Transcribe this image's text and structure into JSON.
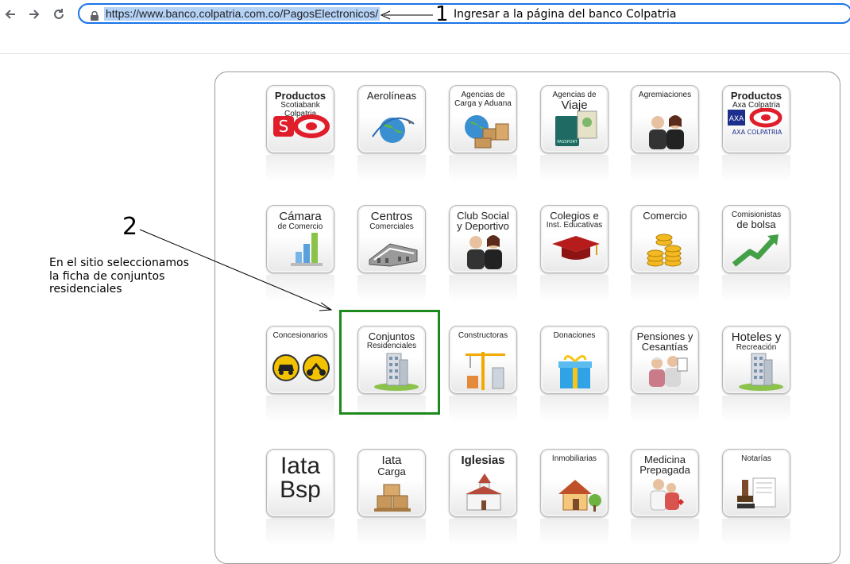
{
  "browser": {
    "url": "https://www.banco.colpatria.com.co/PagosElectronicos/",
    "back_icon": "arrow-left-icon",
    "forward_icon": "arrow-right-icon",
    "reload_icon": "reload-icon"
  },
  "annotations": {
    "step1_number": "1",
    "step1_text": "Ingresar a la página del banco Colpatria",
    "step2_number": "2",
    "step2_text_line1": "En el sitio seleccionamos",
    "step2_text_line2": "la ficha de conjuntos",
    "step2_text_line3": "residenciales"
  },
  "tiles": [
    {
      "lines": [
        "Productos",
        "Scotiabank",
        "Colpatria"
      ],
      "icon": "scotiabank-logo-icon"
    },
    {
      "lines": [
        "Aerolíneas"
      ],
      "icon": "globe-plane-icon"
    },
    {
      "lines": [
        "Agencias de",
        "Carga y Aduana"
      ],
      "icon": "globe-boxes-icon"
    },
    {
      "lines": [
        "Agencias de",
        "Viaje"
      ],
      "icon": "passport-icon"
    },
    {
      "lines": [
        "Agremiaciones"
      ],
      "icon": "people-icon"
    },
    {
      "lines": [
        "Productos",
        "Axa Colpatria"
      ],
      "icon": "axa-colpatria-logo-icon",
      "logo_caption": "AXA COLPATRIA"
    },
    {
      "lines": [
        "Cámara",
        "de Comercio"
      ],
      "icon": "bar-chart-icon"
    },
    {
      "lines": [
        "Centros",
        "Comerciales"
      ],
      "icon": "building-icon"
    },
    {
      "lines": [
        "Club Social",
        "y Deportivo"
      ],
      "icon": "people-icon"
    },
    {
      "lines": [
        "Colegios e",
        "Inst. Educativas"
      ],
      "icon": "graduation-cap-icon"
    },
    {
      "lines": [
        "Comercio"
      ],
      "icon": "coins-icon"
    },
    {
      "lines": [
        "Comisionistas",
        "de bolsa"
      ],
      "icon": "trend-arrow-icon"
    },
    {
      "lines": [
        "Concesionarios"
      ],
      "icon": "car-moto-icon"
    },
    {
      "lines": [
        "Conjuntos",
        "Residenciales"
      ],
      "icon": "apartment-building-icon"
    },
    {
      "lines": [
        "Constructoras"
      ],
      "icon": "crane-icon"
    },
    {
      "lines": [
        "Donaciones"
      ],
      "icon": "gift-icon"
    },
    {
      "lines": [
        "Pensiones y",
        "Cesantías"
      ],
      "icon": "elderly-people-icon"
    },
    {
      "lines": [
        "Hoteles y",
        "Recreación"
      ],
      "icon": "hotel-building-icon"
    },
    {
      "lines": [
        "Iata",
        "Bsp"
      ],
      "icon": "none"
    },
    {
      "lines": [
        "Iata",
        "Carga"
      ],
      "icon": "cargo-boxes-icon"
    },
    {
      "lines": [
        "Iglesias"
      ],
      "icon": "church-icon"
    },
    {
      "lines": [
        "Inmobiliarias"
      ],
      "icon": "house-icon"
    },
    {
      "lines": [
        "Medicina",
        "Prepagada"
      ],
      "icon": "doctor-icon"
    },
    {
      "lines": [
        "Notarías"
      ],
      "icon": "stamp-icon"
    }
  ],
  "colors": {
    "highlight": "#1c8a1c",
    "omnibox_border": "#1a73e8",
    "url_selection": "#b5d3f7",
    "brand_red": "#e01e2b"
  }
}
